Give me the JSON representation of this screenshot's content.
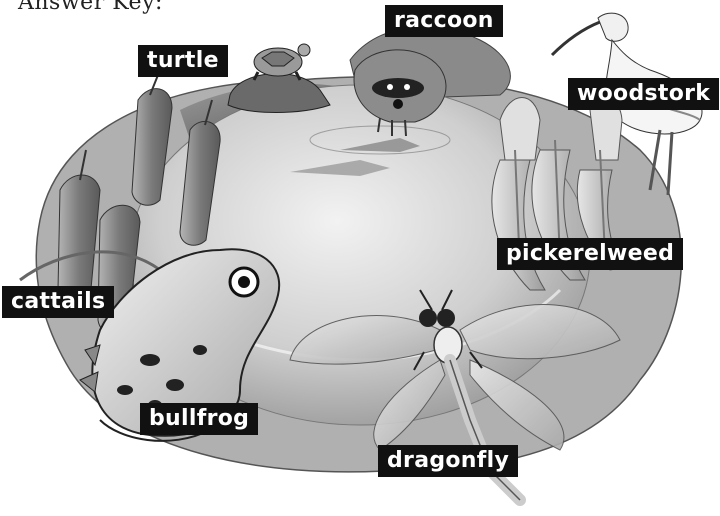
{
  "header": {
    "title": "Answer Key:"
  },
  "labels": {
    "raccoon": "raccoon",
    "turtle": "turtle",
    "woodstork": "woodstork",
    "pickerelweed": "pickerelweed",
    "cattails": "cattails",
    "bullfrog": "bullfrog",
    "dragonfly": "dragonfly"
  },
  "colors": {
    "label_bg": "#111111",
    "label_text": "#ffffff",
    "pond": "#c9c9c9",
    "pond_dark": "#8a8a8a"
  }
}
